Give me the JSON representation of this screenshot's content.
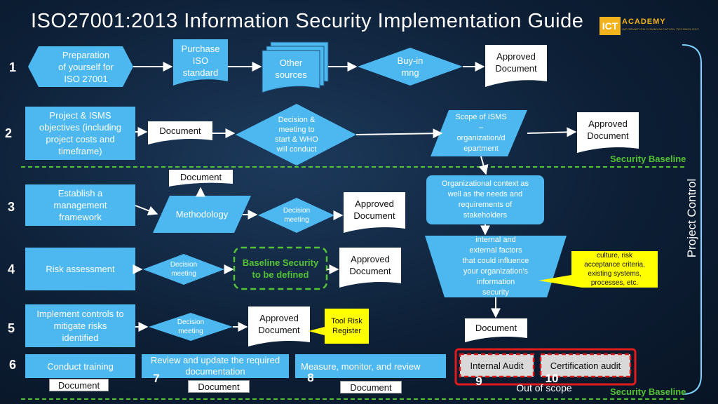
{
  "title": "ISO27001:2013 Information Security Implementation Guide",
  "logo": {
    "badge": "ICT",
    "name": "ACADEMY",
    "tagline": "INFORMATION COMMUNICATION TECHNOLOGY"
  },
  "rows": [
    "1",
    "2",
    "3",
    "4",
    "5",
    "6"
  ],
  "steps": {
    "prep": "Preparation\nof yourself for\nISO 27001",
    "purchase": "Purchase\nISO\nstandard",
    "other_sources": "Other\nsources",
    "buyin": "Buy-in\nmng",
    "objectives": "Project & ISMS\nobjectives (including\nproject costs and\ntimeframe)",
    "decision_meeting_who": "Decision &\nmeeting to\nstart & WHO\nwill conduct",
    "scope": "Scope of ISMS\n–\norganization/d\nepartment",
    "framework": "Establish a\nmanagement\nframework",
    "methodology": "Methodology",
    "decision_meeting": "Decision\nmeeting",
    "context": "Organizational context as\nwell as the needs and\nrequirements  of\nstakeholders",
    "factors": "internal and\nexternal factors\nthat could influence\nyour organization’s\ninformation\nsecurity",
    "risk_assessment": "Risk assessment",
    "baseline_tbd": "Baseline Security\nto be defined",
    "implement": "Implement controls to\nmitigate risks\nidentified",
    "training": "Conduct training",
    "review": "Review and update the required\ndocumentation",
    "measure": "Measure, monitor, and review",
    "internal_audit": "Internal Audit",
    "cert_audit": "Certification audit"
  },
  "docs": {
    "document": "Document",
    "approved": "Approved\nDocument"
  },
  "callouts": {
    "tool_risk": "Tool Risk\nRegister",
    "culture": "culture, risk\nacceptance criteria,\nexisting systems,\nprocesses, etc."
  },
  "numbers": {
    "n7": "7",
    "n8": "8",
    "n9": "9",
    "n10": "10"
  },
  "out_of_scope": "Out of scope",
  "security_baseline": "Security Baseline",
  "project_control": "Project Control",
  "colors": {
    "shape": "#4db8f0",
    "baseline": "#53c234",
    "audit_red": "#e01b1b",
    "callout": "#ffff00"
  }
}
